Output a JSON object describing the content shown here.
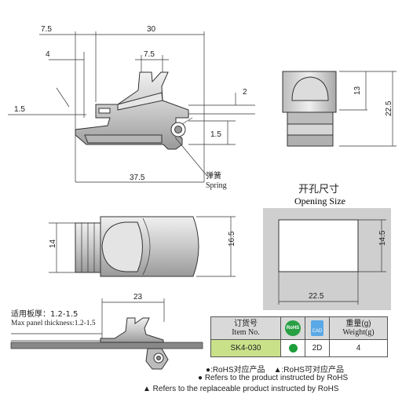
{
  "dimensions": {
    "d_7_5_top": "7.5",
    "d_30": "30",
    "d_4": "4",
    "d_7_5_mid": "7.5",
    "d_1_5_left": "1.5",
    "d_2": "2",
    "d_1_5_right": "1.5",
    "d_37_5": "37.5",
    "d_13": "13",
    "d_22_5_right": "22.5",
    "d_14": "14",
    "d_16_5": "16.5",
    "d_23": "23",
    "d_14_5": "14.5",
    "d_22_5_bottom": "22.5"
  },
  "labels": {
    "spring_cn": "弹簧",
    "spring_en": "Spring",
    "opening_cn": "开孔尺寸",
    "opening_en": "Opening Size",
    "panel_cn": "适用板厚：1.2-1.5",
    "panel_en": "Max panel thickness:1.2-1.5"
  },
  "table": {
    "h_item_cn": "订货号",
    "h_item_en": "Item No.",
    "h_rohs": "RoHS",
    "h_cad": "CAD",
    "h_weight_cn": "重量(g)",
    "h_weight_en": "Weight(g)",
    "item_no": "SK4-030",
    "cad_value": "2D",
    "weight_value": "4"
  },
  "legend": {
    "l1_a": "●:RoHS对应产品",
    "l1_b": "▲:RoHS可对应产品",
    "l2": "● Refers to the product instructed by RoHS",
    "l3": "▲ Refers to the replaceable product instructed by RoHS"
  },
  "colors": {
    "part_fill": "#d9d9d9",
    "part_dark": "#a8a8a8",
    "item_bg": "#c9e28a",
    "rohs_green": "#1e9e3a",
    "header_bg": "#d9d9d9"
  }
}
